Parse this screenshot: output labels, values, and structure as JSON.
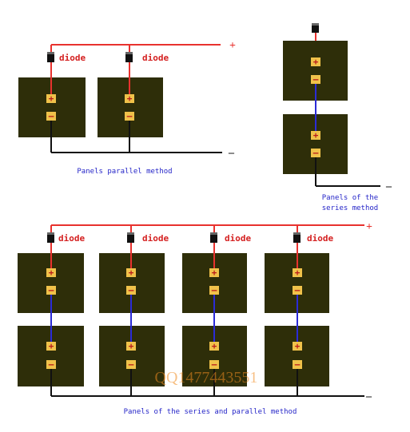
{
  "labels": {
    "plus": "+",
    "minus": "–",
    "diode": "diode",
    "terminal_plus": "+",
    "terminal_minus": "–"
  },
  "captions": {
    "parallel": "Panels parallel method",
    "series_line1": "Panels of the",
    "series_line2": "series method",
    "series_parallel": "Panels of the series and parallel method"
  },
  "watermark": "QQ1477443551",
  "colors": {
    "background": "#ffffff",
    "panel": "#2e2e09",
    "positive_wire": "#e8322e",
    "series_wire": "#2b2bd6",
    "negative_wire": "#111111",
    "terminal": "#f0c24a",
    "terminal_text": "#b81a1a",
    "caption": "#2525c8",
    "watermark": "#f08c20"
  },
  "icons": {
    "diode": "diode-icon",
    "terminal": "terminal-icon"
  }
}
